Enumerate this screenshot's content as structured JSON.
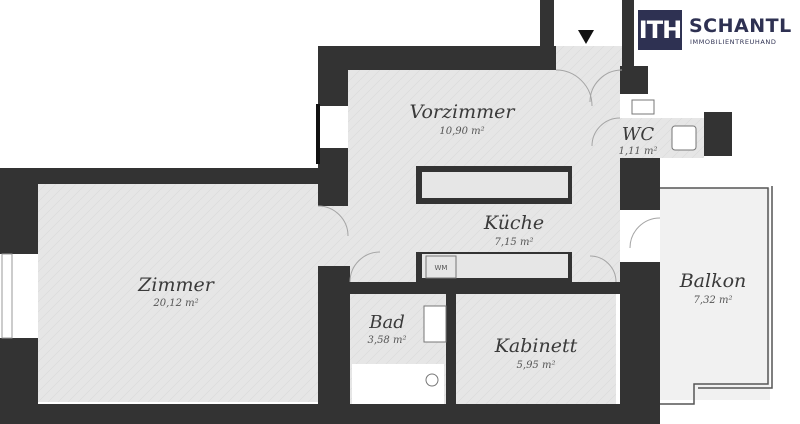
{
  "brand": {
    "mark": "ITH",
    "name": "SCHANTL",
    "tagline": "IMMOBILIENTREUHAND",
    "color": "#2e3152"
  },
  "rooms": {
    "vorzimmer": {
      "name": "Vorzimmer",
      "area": "10,90 m²"
    },
    "wc": {
      "name": "WC",
      "area": "1,11 m²"
    },
    "kueche": {
      "name": "Küche",
      "area": "7,15 m²"
    },
    "zimmer": {
      "name": "Zimmer",
      "area": "20,12 m²"
    },
    "bad": {
      "name": "Bad",
      "area": "3,58 m²"
    },
    "kabinett": {
      "name": "Kabinett",
      "area": "5,95 m²"
    },
    "balkon": {
      "name": "Balkon",
      "area": "7,32 m²"
    }
  },
  "appliances": {
    "washer": "WM"
  },
  "colors": {
    "wall": "#333333",
    "floor": "#e6e6e6",
    "balcony": "#f1f1f1",
    "line": "#a5a5a5"
  },
  "icons": {
    "entrance": "entrance-arrow-icon"
  }
}
